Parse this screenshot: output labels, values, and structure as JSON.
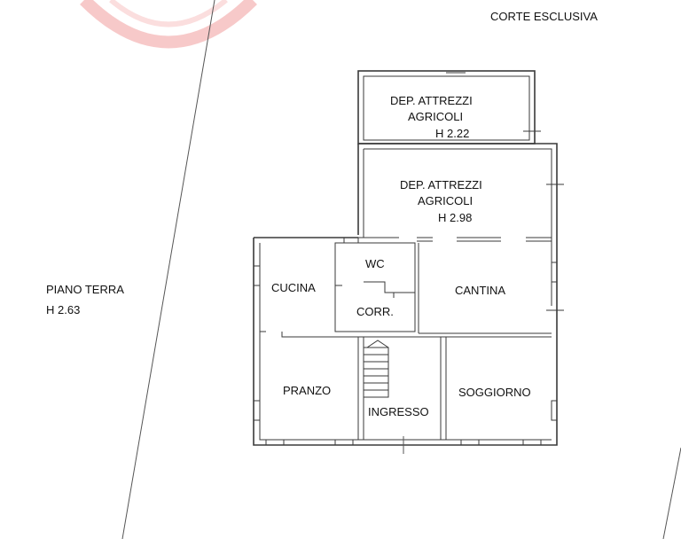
{
  "labels": {
    "corte": "CORTE ESCLUSIVA",
    "piano_terra": "PIANO TERRA",
    "piano_terra_height": "H 2.63",
    "dep_small_line1": "DEP. ATTREZZI",
    "dep_small_line2": "AGRICOLI",
    "dep_small_height": "H 2.22",
    "dep_large_line1": "DEP. ATTREZZI",
    "dep_large_line2": "AGRICOLI",
    "dep_large_height": "H 2.98",
    "wc": "WC",
    "cucina": "CUCINA",
    "corr": "CORR.",
    "cantina": "CANTINA",
    "pranzo": "PRANZO",
    "ingresso": "INGRESSO",
    "soggiorno": "SOGGIORNO"
  },
  "watermark_color": "#f7c9c9",
  "wall_color": "#3a3a3a"
}
